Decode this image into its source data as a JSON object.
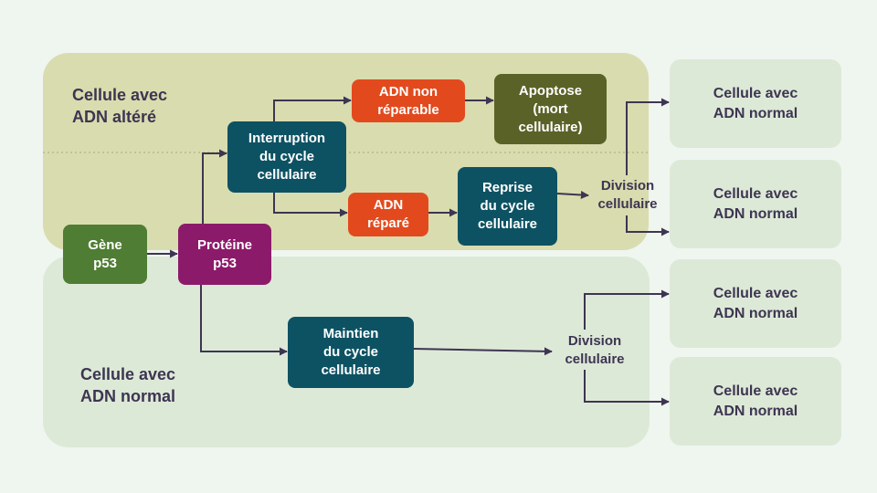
{
  "colors": {
    "background": "#eff5ef",
    "altered_region": "#d9dcae",
    "normal_region": "#dde9d7",
    "outcome_box": "#dde9d7",
    "gene": "#4f7d34",
    "protein": "#8c1a6a",
    "teal": "#0d5263",
    "orange": "#e24a1e",
    "olive": "#5b6227",
    "arrow": "#3d3552",
    "text_dark": "#3d3552"
  },
  "regions": {
    "altered_label": "Cellule avec\nADN altéré",
    "normal_label": "Cellule avec\nADN normal"
  },
  "nodes": {
    "gene": "Gène\np53",
    "protein": "Protéine\np53",
    "interruption": "Interruption\ndu cycle\ncellulaire",
    "adn_non_reparable": "ADN non\nréparable",
    "apoptose": "Apoptose\n(mort\ncellulaire)",
    "adn_repare": "ADN\nréparé",
    "reprise": "Reprise\ndu cycle\ncellulaire",
    "maintien": "Maintien\ndu cycle\ncellulaire"
  },
  "transitions": {
    "division_top": "Division\ncellulaire",
    "division_bottom": "Division\ncellulaire"
  },
  "outcomes": [
    "Cellule avec\nADN normal",
    "Cellule avec\nADN normal",
    "Cellule avec\nADN normal",
    "Cellule avec\nADN normal"
  ]
}
